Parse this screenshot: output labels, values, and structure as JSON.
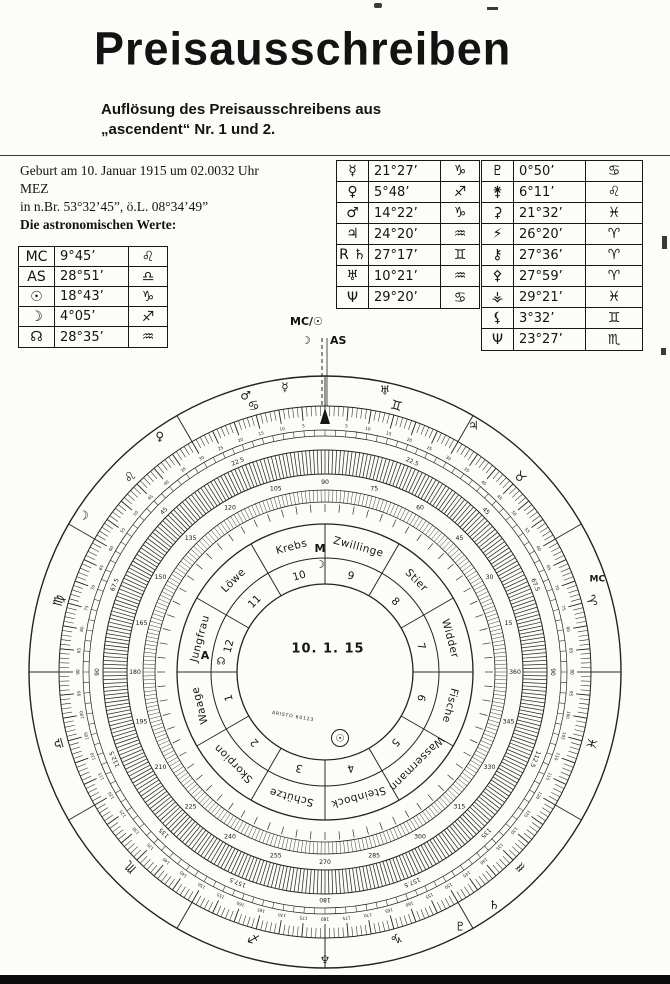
{
  "page": {
    "title": "Preisausschreiben",
    "subtitle_line1": "Auflösung des Preisausschreibens aus",
    "subtitle_line2": "„ascendent“ Nr. 1 und 2.",
    "birth_line1": "Geburt am 10. Januar 1915 um 02.0032 Uhr",
    "birth_line2": "MEZ",
    "birth_line3": "in n.Br. 53°32’45”, ö.L. 08°34’49”",
    "values_caption": "Die astronomischen Werte:"
  },
  "left_table": {
    "rows": [
      {
        "label": "MC",
        "value": "9°45’",
        "sign": "♌"
      },
      {
        "label": "AS",
        "value": "28°51’",
        "sign": "♎"
      },
      {
        "label": "☉",
        "value": "18°43’",
        "sign": "♑"
      },
      {
        "label": "☽",
        "value": "4°05’",
        "sign": "♐"
      },
      {
        "label": "☊",
        "value": "28°35’",
        "sign": "♒"
      }
    ]
  },
  "middle_table": {
    "rows": [
      {
        "label": "☿",
        "value": "21°27’",
        "sign": "♑"
      },
      {
        "label": "♀",
        "value": "5°48’",
        "sign": "♐"
      },
      {
        "label": "♂",
        "value": "14°22’",
        "sign": "♑"
      },
      {
        "label": "♃",
        "value": "24°20’",
        "sign": "♒"
      },
      {
        "label": "R ♄",
        "value": "27°17’",
        "sign": "♊"
      },
      {
        "label": "♅",
        "value": "10°21’",
        "sign": "♒"
      },
      {
        "label": "Ψ",
        "value": "29°20’",
        "sign": "♋"
      }
    ]
  },
  "right_table": {
    "rows": [
      {
        "label": "♇",
        "value": "0°50’",
        "sign": "♋"
      },
      {
        "label": "⚵",
        "value": "6°11’",
        "sign": "♌"
      },
      {
        "label": "⚳",
        "value": "21°32’",
        "sign": "♓"
      },
      {
        "label": "⚡",
        "value": "26°20’",
        "sign": "♈"
      },
      {
        "label": "⚷",
        "value": "27°36’",
        "sign": "♈"
      },
      {
        "label": "⚴",
        "value": "27°59’",
        "sign": "♈"
      },
      {
        "label": "⚶",
        "value": "29°21’",
        "sign": "♓"
      },
      {
        "label": "⚸",
        "value": "3°32’",
        "sign": "♊"
      },
      {
        "label": "Ψ",
        "value": "23°27’",
        "sign": "♏"
      }
    ]
  },
  "wheel": {
    "pointer": {
      "mc_sun": "MC/☉",
      "moon": "☽",
      "as": "AS"
    },
    "center_date": "10. 1. 15",
    "brand": "ARISTO 60123",
    "markers": {
      "m": "M",
      "m_glyph": "☽",
      "a": "A",
      "a_glyph": "☊",
      "sun": "☉"
    },
    "scales": {
      "outer_step": 5,
      "outer_max": 180,
      "mid_labels": [
        "22.5",
        "45",
        "67.5",
        "90",
        "112.5",
        "135",
        "157.5"
      ],
      "mid_bottom": "180",
      "degree_step": 15,
      "degree_max": 360
    },
    "houses": [
      {
        "num": "1",
        "name": "Waage",
        "sign": "♎"
      },
      {
        "num": "2",
        "name": "Skorpion",
        "sign": "♏"
      },
      {
        "num": "3",
        "name": "Schütze",
        "sign": "♐"
      },
      {
        "num": "4",
        "name": "Steinbock",
        "sign": "♑"
      },
      {
        "num": "5",
        "name": "Wassermann",
        "sign": "♒"
      },
      {
        "num": "6",
        "name": "Fische",
        "sign": "♓"
      },
      {
        "num": "7",
        "name": "Widder",
        "sign": "♈"
      },
      {
        "num": "8",
        "name": "Stier",
        "sign": "♉"
      },
      {
        "num": "9",
        "name": "Zwillinge",
        "sign": "♊"
      },
      {
        "num": "10",
        "name": "Krebs",
        "sign": "♋"
      },
      {
        "num": "11",
        "name": "Löwe",
        "sign": "♌"
      },
      {
        "num": "12",
        "name": "Jungfrau",
        "sign": "♍"
      }
    ],
    "outer_marks": [
      {
        "glyph": "♀",
        "name": "venus",
        "angle": 325
      },
      {
        "glyph": "☽",
        "name": "moon",
        "angle": 303
      },
      {
        "glyph": "☿",
        "name": "mercury",
        "angle": 352
      },
      {
        "glyph": "♂",
        "name": "mars",
        "angle": 344
      },
      {
        "glyph": "♃",
        "name": "jupiter",
        "angle": 31
      },
      {
        "glyph": "♅",
        "name": "uranus",
        "angle": 12
      },
      {
        "glyph": "♄",
        "name": "saturn",
        "angle": 144
      },
      {
        "glyph": "♇",
        "name": "pluto",
        "angle": 152
      },
      {
        "glyph": "♆",
        "name": "neptune",
        "angle": 180
      },
      {
        "glyph": "MC",
        "name": "mc-mark",
        "angle": 71
      }
    ]
  }
}
